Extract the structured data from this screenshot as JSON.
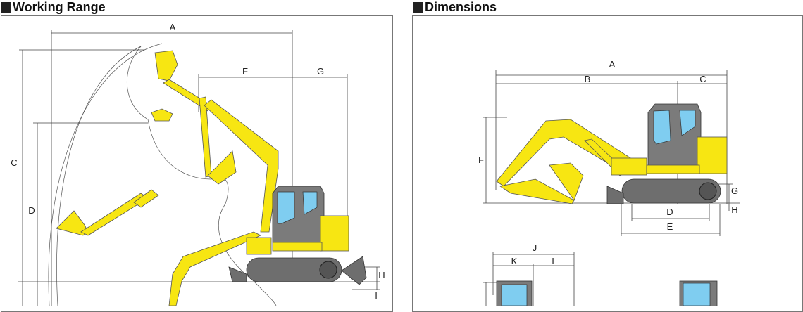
{
  "working_range": {
    "title": "Working Range",
    "labels": {
      "A": "A",
      "C": "C",
      "D": "D",
      "F": "F",
      "G": "G",
      "H": "H",
      "I": "I"
    }
  },
  "dimensions": {
    "title": "Dimensions",
    "labels": {
      "A": "A",
      "B": "B",
      "C": "C",
      "D": "D",
      "E": "E",
      "F": "F",
      "G": "G",
      "H": "H",
      "J": "J",
      "K": "K",
      "L": "L"
    }
  },
  "colors": {
    "machine": "#f7e612",
    "cab": "#7b7b7b",
    "glass": "#7fcdf0"
  }
}
